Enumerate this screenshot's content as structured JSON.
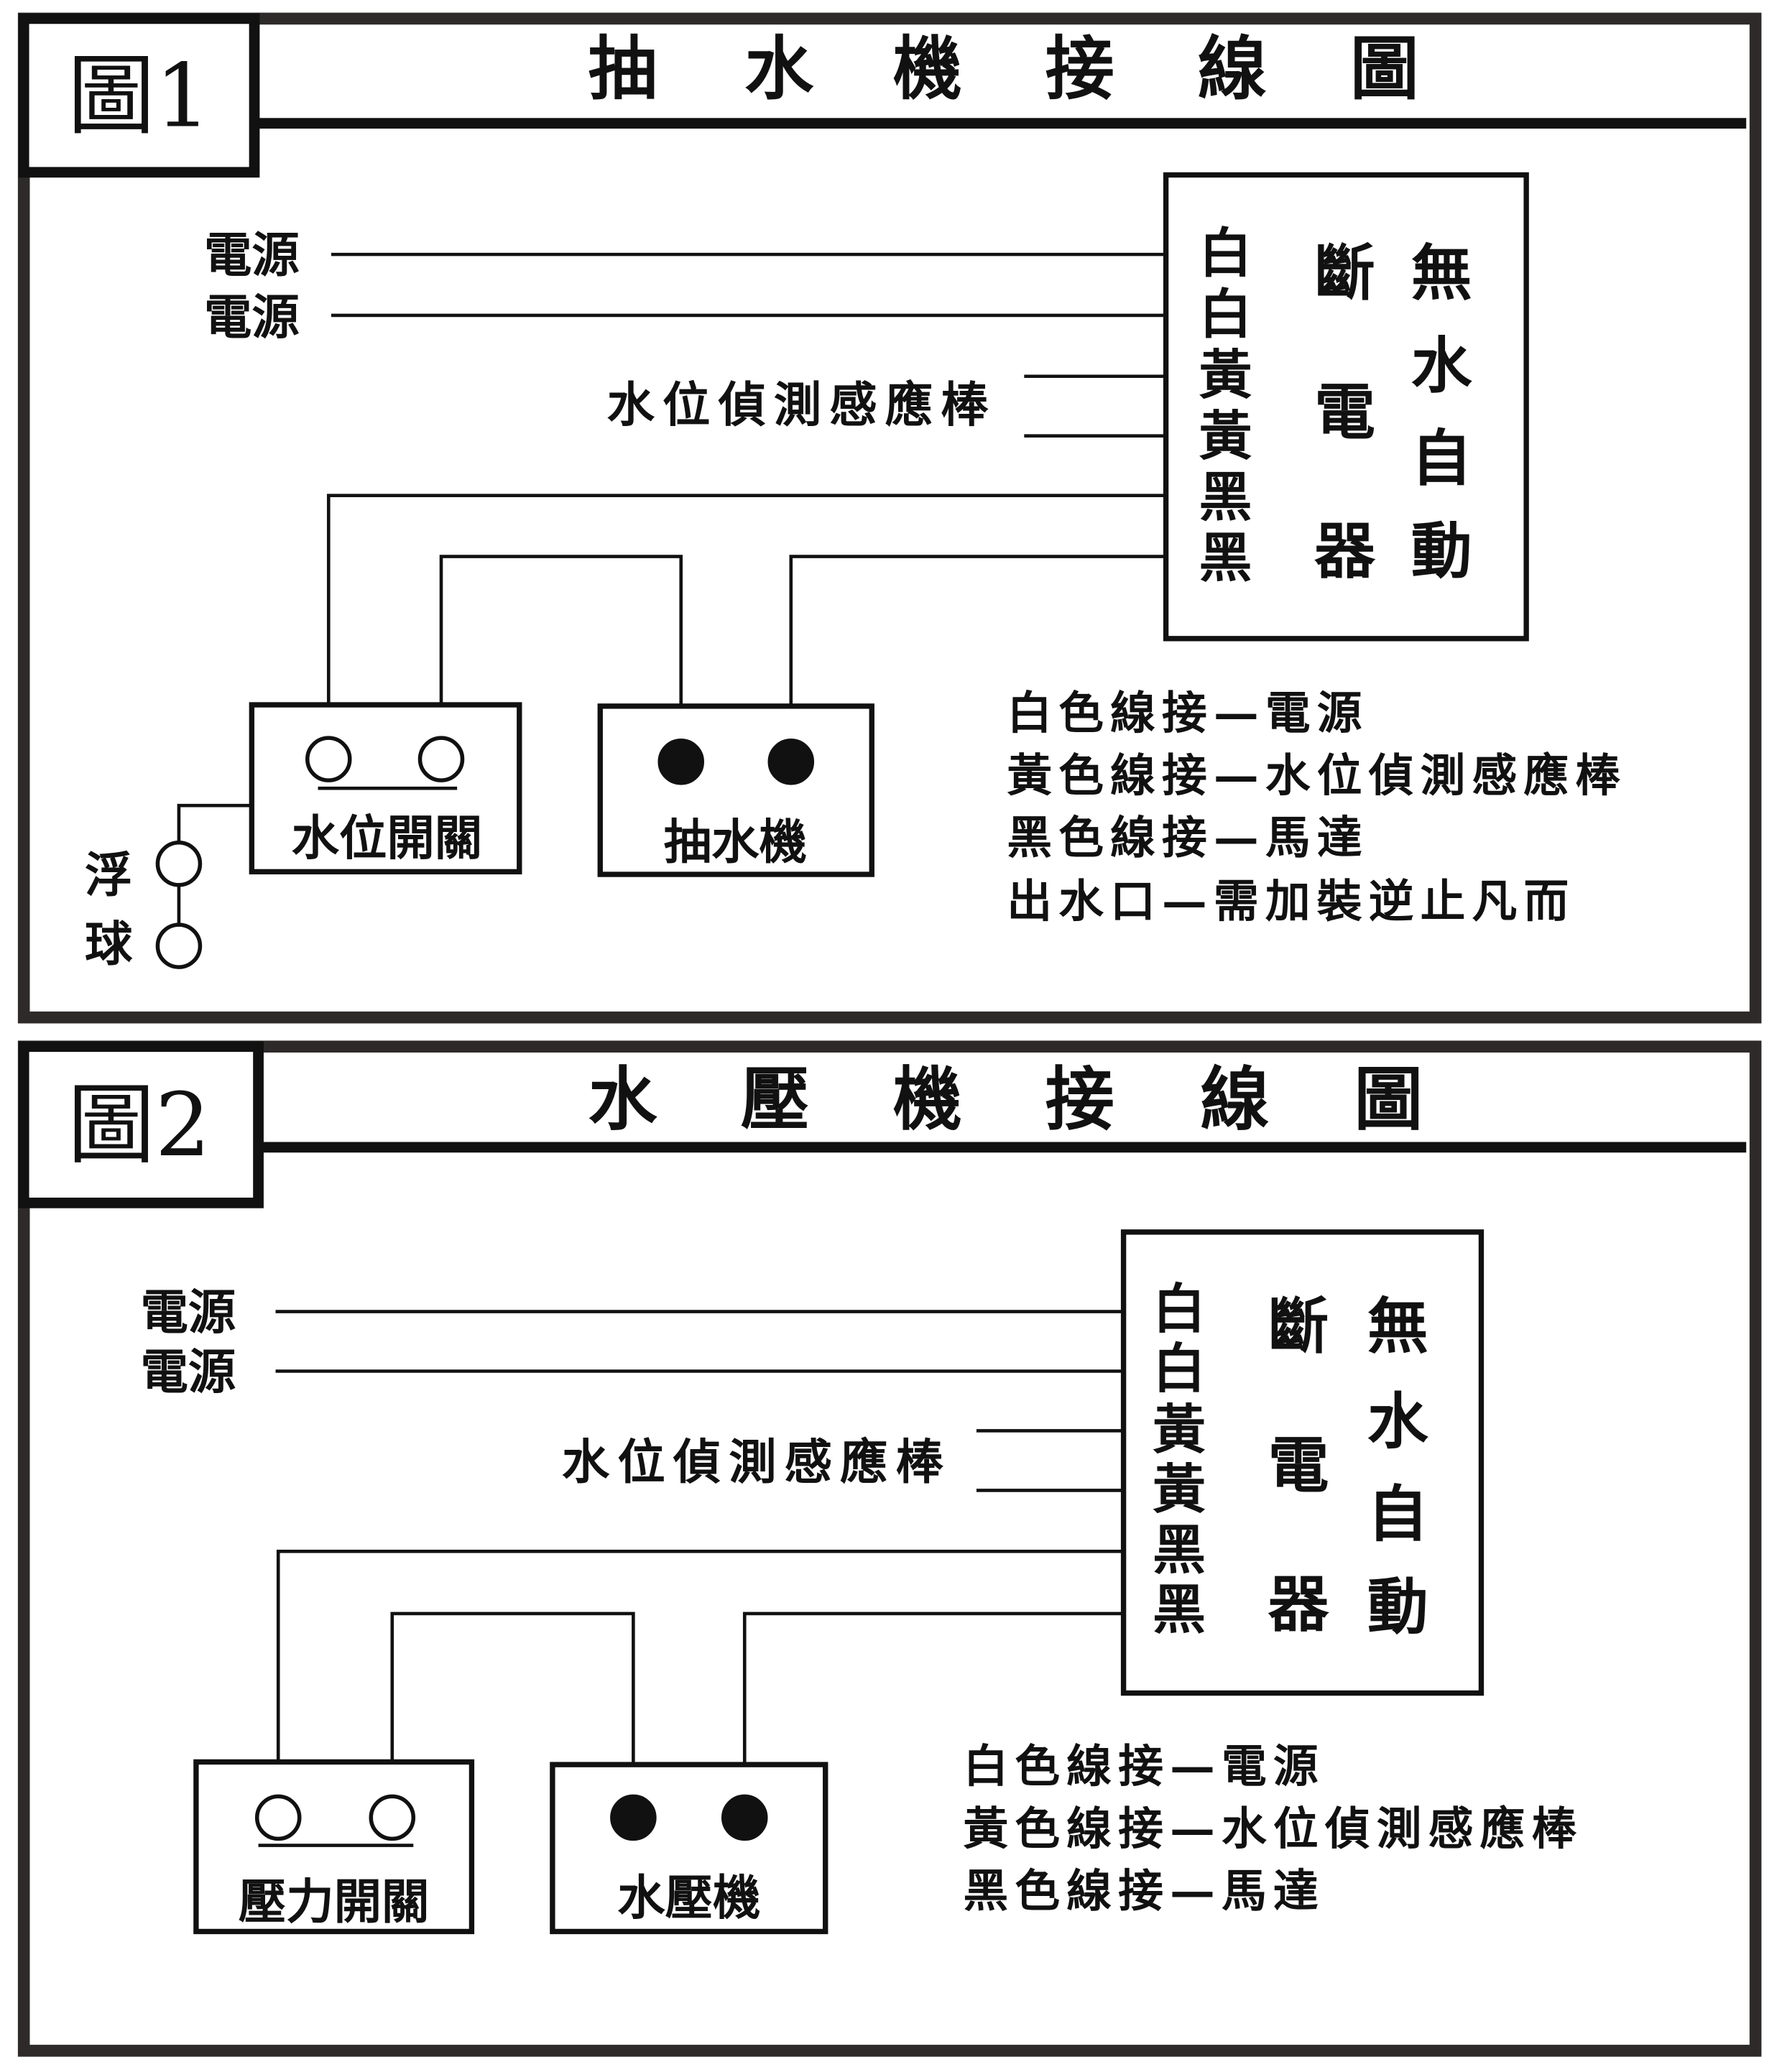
{
  "figure1": {
    "figure_label": "圖1",
    "title_chars": [
      "抽",
      "水",
      "機",
      "接",
      "線",
      "圖"
    ],
    "power_label_1": "電源",
    "power_label_2": "電源",
    "sensor_label": "水位偵測感應棒",
    "breaker_wire_colors": [
      "白",
      "白",
      "黃",
      "黃",
      "黑",
      "黑"
    ],
    "breaker_name_col1": [
      "斷",
      "電",
      "器"
    ],
    "breaker_name_col2": [
      "無",
      "水",
      "自",
      "動"
    ],
    "switch_label": "水位開關",
    "device_label": "抽水機",
    "float_label": [
      "浮",
      "球"
    ],
    "legend": [
      "白色線接—電源",
      "黃色線接—水位偵測感應棒",
      "黑色線接—馬達",
      "出水口—需加裝逆止凡而"
    ]
  },
  "figure2": {
    "figure_label": "圖2",
    "title_chars": [
      "水",
      "壓",
      "機",
      "接",
      "線",
      "圖"
    ],
    "power_label_1": "電源",
    "power_label_2": "電源",
    "sensor_label": "水位偵測感應棒",
    "breaker_wire_colors": [
      "白",
      "白",
      "黃",
      "黃",
      "黑",
      "黑"
    ],
    "breaker_name_col1": [
      "斷",
      "電",
      "器"
    ],
    "breaker_name_col2": [
      "無",
      "水",
      "自",
      "動"
    ],
    "switch_label": "壓力開關",
    "device_label": "水壓機",
    "legend": [
      "白色線接—電源",
      "黃色線接—水位偵測感應棒",
      "黑色線接—馬達"
    ]
  }
}
